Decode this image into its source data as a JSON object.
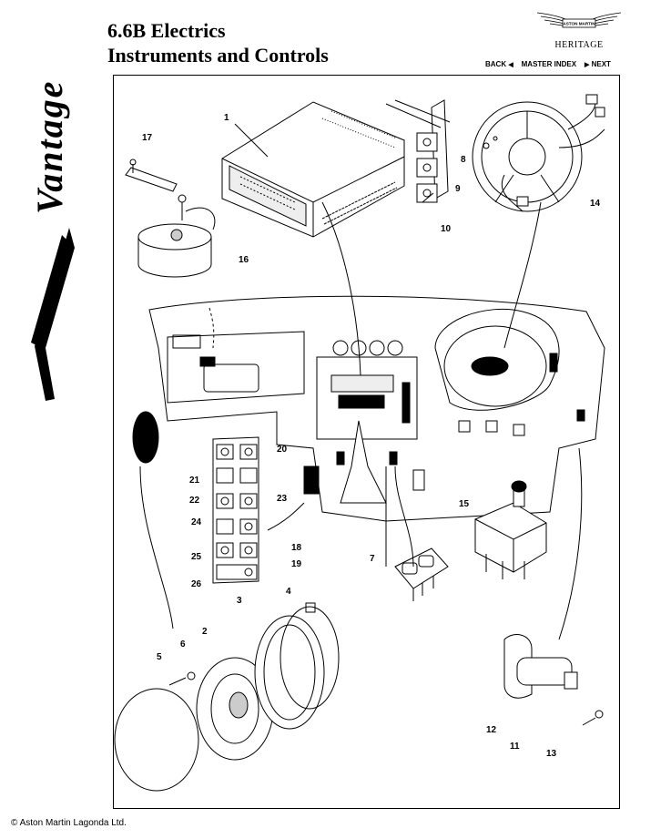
{
  "header": {
    "title_line1": "6.6B Electrics",
    "title_line2": "Instruments and Controls",
    "logo_text": "Vantage",
    "emblem_text": "ASTON MARTIN",
    "heritage": "HERITAGE"
  },
  "nav": {
    "back": "BACK",
    "master_index": "MASTER INDEX",
    "next": "NEXT"
  },
  "callouts": [
    "1",
    "2",
    "3",
    "4",
    "5",
    "6",
    "7",
    "8",
    "9",
    "10",
    "11",
    "12",
    "13",
    "14",
    "15",
    "16",
    "17",
    "18",
    "19",
    "20",
    "21",
    "22",
    "23",
    "24",
    "25",
    "26"
  ],
  "footer": {
    "copyright": "© Aston Martin Lagonda Ltd."
  }
}
